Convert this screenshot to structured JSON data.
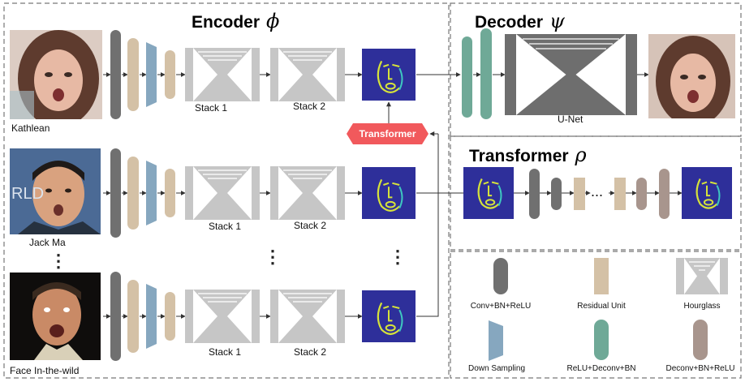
{
  "sections": {
    "encoder": {
      "title": "Encoder",
      "symbol": "ϕ"
    },
    "decoder": {
      "title": "Decoder",
      "symbol": "ψ"
    },
    "transformer": {
      "title": "Transformer",
      "symbol": "ρ"
    }
  },
  "rows": [
    {
      "name": "Kathlean",
      "stack1": "Stack 1",
      "stack2": "Stack 2"
    },
    {
      "name": "Jack Ma",
      "stack1": "Stack 1",
      "stack2": "Stack 2"
    },
    {
      "name": "Face In-the-wild",
      "stack1": "Stack 1",
      "stack2": "Stack 2"
    }
  ],
  "transformer_block": {
    "label": "Transformer"
  },
  "decoder_block": {
    "label": "U-Net"
  },
  "ellipsis": "⋮",
  "transformer_ellipsis": "...",
  "legend": [
    {
      "key": "conv",
      "label": "Conv+BN+ReLU",
      "color": "#707070"
    },
    {
      "key": "residual",
      "label": "Residual Unit",
      "color": "#d4c1a6"
    },
    {
      "key": "hourglass",
      "label": "Hourglass",
      "color": "#c6c6c6"
    },
    {
      "key": "down",
      "label": "Down Sampling",
      "color": "#86a7bf"
    },
    {
      "key": "deconv",
      "label": "ReLU+Deconv+BN",
      "color": "#6fa997"
    },
    {
      "key": "deconv2",
      "label": "Deconv+BN+ReLU",
      "color": "#a8958d"
    }
  ],
  "colors": {
    "conv": "#707070",
    "residual": "#d4c1a6",
    "down": "#86a7bf",
    "hourglass": "#c6c6c6",
    "deconv": "#6fa997",
    "deconv2": "#a8958d",
    "unet": "#6e6e6e",
    "heatmap_bg": "#2e2f9a",
    "heatmap_face": "#d6e33a",
    "transformer_red": "#f1595c",
    "border": "#777777"
  }
}
